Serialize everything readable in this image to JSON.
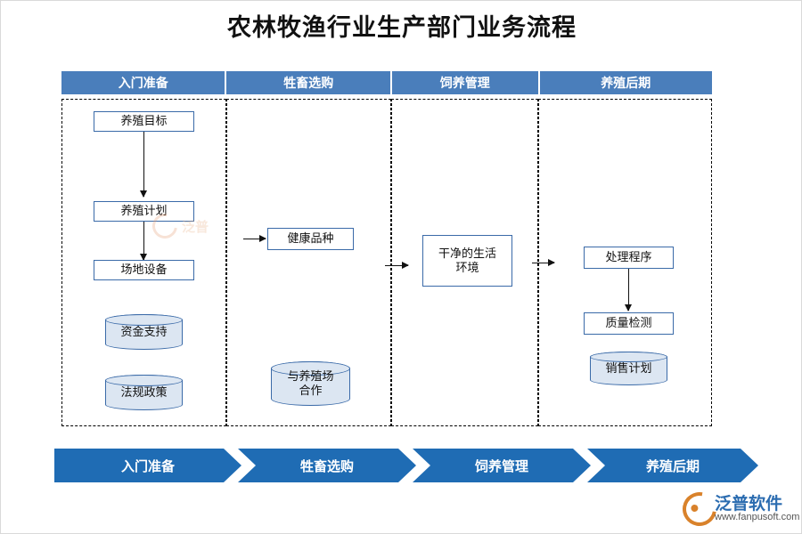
{
  "title": "农林牧渔行业生产部门业务流程",
  "header": {
    "columns": [
      "入门准备",
      "牲畜选购",
      "饲养管理",
      "养殖后期"
    ]
  },
  "nodes": {
    "goal": "养殖目标",
    "plan": "养殖计划",
    "site": "场地设备",
    "fund": "资金支持",
    "policy": "法规政策",
    "breed": "健康品种",
    "coop": "与养殖场\n合作",
    "coop_line1": "与养殖场",
    "coop_line2": "合作",
    "env_line1": "干净的生活",
    "env_line2": "环境",
    "process": "处理程序",
    "quality": "质量检测",
    "sales": "销售计划"
  },
  "footer": {
    "steps": [
      "入门准备",
      "牲畜选购",
      "饲养管理",
      "养殖后期"
    ]
  },
  "watermark": {
    "center_text": "泛普",
    "logo_name": "泛普软件",
    "logo_url": "www.fanpusoft.com"
  },
  "colors": {
    "header_band": "#4a7ebb",
    "chevron": "#1f6cb4",
    "box_border": "#3a6aa8",
    "cylinder_fill": "#dce6f2",
    "logo_orange": "#d9822b",
    "logo_blue": "#2b6cb0"
  }
}
